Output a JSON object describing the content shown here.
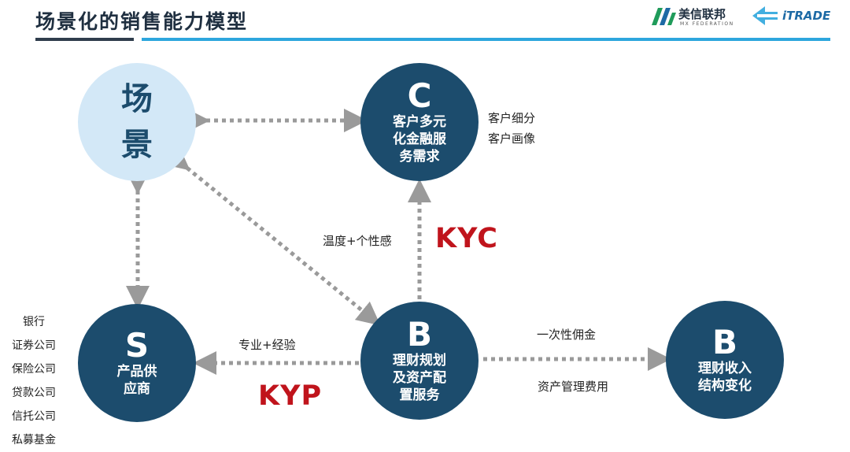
{
  "header": {
    "title": "场景化的销售能力模型",
    "brand_left": {
      "name": "美信联邦",
      "sub": "MX FEDERATION"
    },
    "brand_right": {
      "name": "iTRADE"
    },
    "colors": {
      "dark_rule": "#2f3d4c",
      "accent_rule": "#2da6dd"
    }
  },
  "nodes": {
    "scene": {
      "chars": [
        "场",
        "景"
      ]
    },
    "c": {
      "letter": "C",
      "label": "客户多元\n化金融服\n务需求"
    },
    "s": {
      "letter": "S",
      "label": "产品供\n应商"
    },
    "b_center": {
      "letter": "B",
      "label": "理财规划\n及资产配\n置服务"
    },
    "b_right": {
      "letter": "B",
      "label": "理财收入\n结构变化"
    }
  },
  "labels": {
    "customer_notes": [
      "客户细分",
      "客户画像"
    ],
    "warmth": "温度+个性感",
    "kyc": "KYC",
    "expertise": "专业+经验",
    "kyp": "KYP",
    "commission": "一次性佣金",
    "fee": "资产管理费用",
    "providers": [
      "银行",
      "证券公司",
      "保险公司",
      "贷款公司",
      "信托公司",
      "私募基金"
    ]
  },
  "colors": {
    "node_dark": "#1c4c6d",
    "node_light": "#d3e8f7",
    "arrow": "#9a9a9a",
    "emphasis_red": "#c0141c"
  }
}
